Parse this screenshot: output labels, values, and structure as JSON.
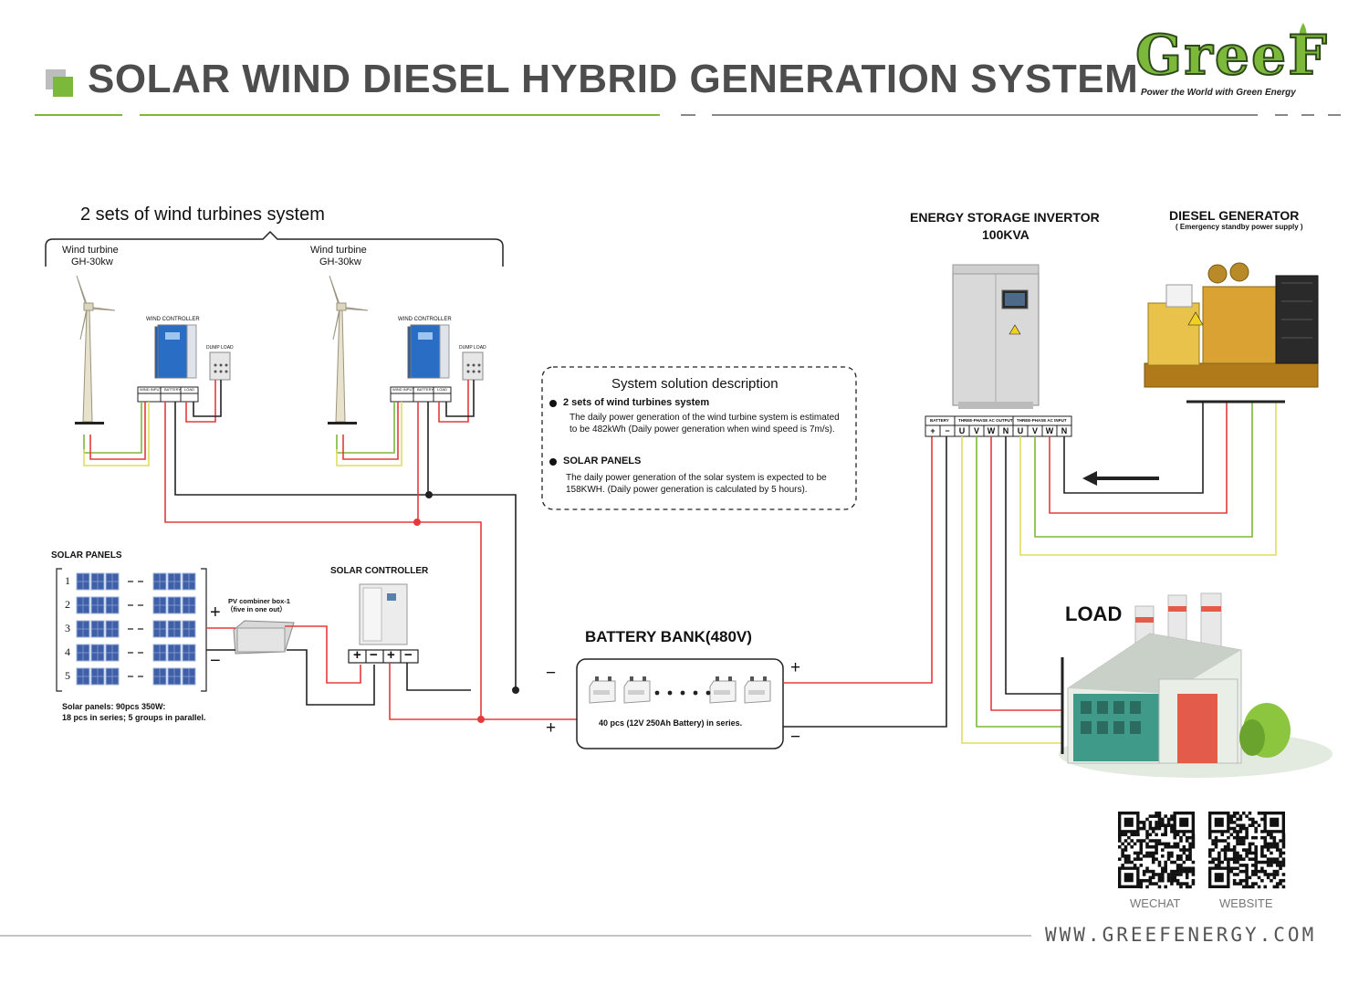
{
  "header": {
    "title": "SOLAR WIND DIESEL HYBRID GENERATION SYSTEM",
    "logo_text": "GreeF",
    "logo_tagline": "Power the World with Green Energy",
    "colors": {
      "green": "#7cb83a",
      "gray": "#4d4d4d",
      "red": "#e53a3a",
      "yellow": "#dede58"
    }
  },
  "wind": {
    "group_label": "2 sets of wind turbines system",
    "turbines": [
      {
        "name": "Wind turbine",
        "model": "GH-30kw"
      },
      {
        "name": "Wind turbine",
        "model": "GH-30kw"
      }
    ],
    "controller_label": "WIND CONTROLLER",
    "dump_label": "DUMP LOAD",
    "terminal_labels": [
      "WIND INPUT",
      "BATTERY",
      "LOAD"
    ]
  },
  "description": {
    "title": "System solution description",
    "items": [
      {
        "heading": "2 sets of wind turbines system",
        "body": "The daily power generation of the wind turbine system is estimated to be 482kWh (Daily power generation when wind speed is 7m/s)."
      },
      {
        "heading": "SOLAR PANELS",
        "body": "The daily power generation of the solar system is expected to be 158KWH. (Daily power generation is calculated by 5 hours)."
      }
    ]
  },
  "inverter": {
    "title": "ENERGY STORAGE INVERTOR",
    "rating": "100KVA",
    "terminal_groups": [
      "BATTERY",
      "THREE-PHASE AC OUTPUT",
      "THREE-PHASE AC INPUT"
    ],
    "terminals": [
      "+",
      "−",
      "U",
      "V",
      "W",
      "N",
      "U",
      "V",
      "W",
      "N"
    ]
  },
  "generator": {
    "title": "DIESEL GENERATOR",
    "subtitle": "( Emergency standby power supply )"
  },
  "solar": {
    "title": "SOLAR PANELS",
    "rows": [
      "1",
      "2",
      "3",
      "4",
      "5"
    ],
    "note_line1": "Solar panels: 90pcs 350W:",
    "note_line2": "18 pcs in series; 5 groups in parallel.",
    "combiner_label": "PV combiner box-1",
    "combiner_sub": "（five in one out）",
    "controller_label": "SOLAR CONTROLLER"
  },
  "battery": {
    "title": "BATTERY BANK(480V)",
    "caption": "40 pcs (12V 250Ah Battery) in series."
  },
  "load": {
    "title": "LOAD"
  },
  "signs": {
    "plus": "+",
    "minus": "−"
  },
  "footer": {
    "qr_labels": [
      "WECHAT",
      "WEBSITE"
    ],
    "url": "WWW.GREEFENERGY.COM"
  }
}
